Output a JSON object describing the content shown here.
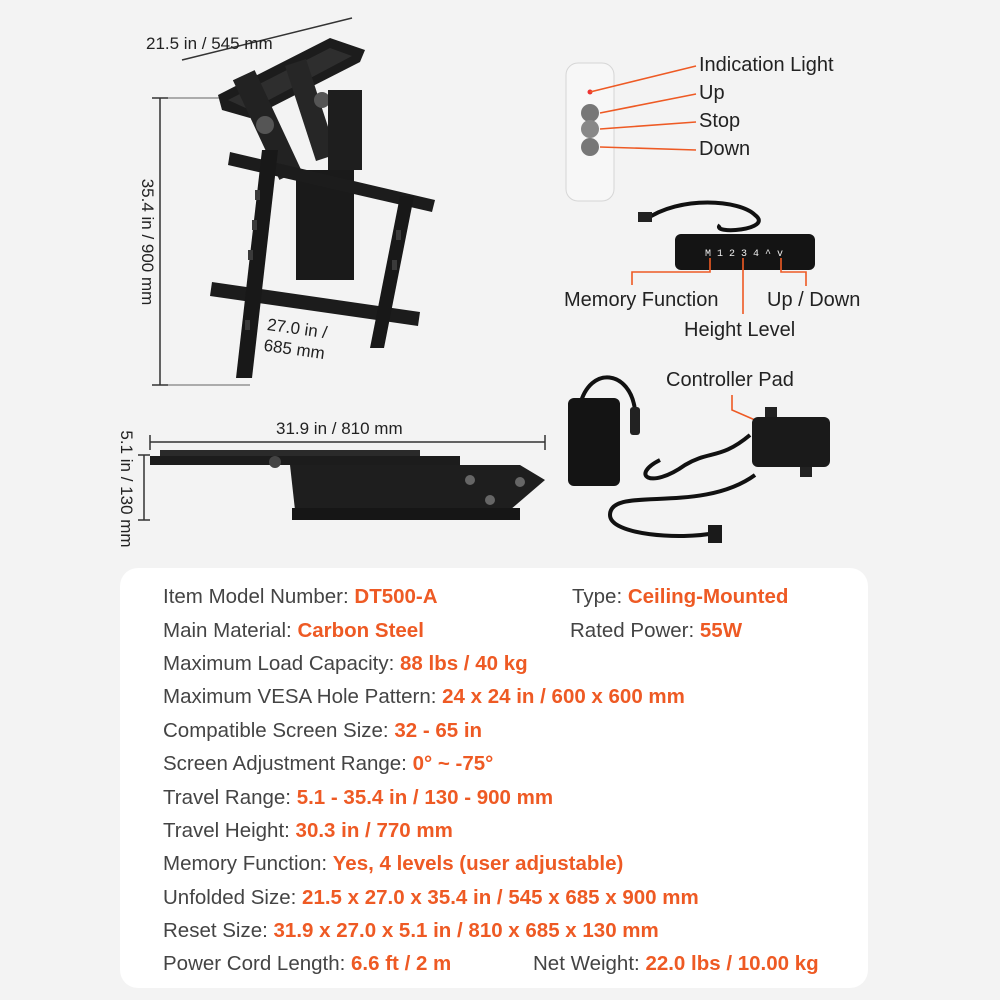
{
  "colors": {
    "accent": "#ee5a24",
    "background": "#f3f3f3",
    "card": "#ffffff",
    "product": "#1e1e1e"
  },
  "dimensions": {
    "unfolded_depth": "21.5 in / 545 mm",
    "unfolded_height": "35.4 in / 900 mm",
    "mount_width_line1": "27.0 in /",
    "mount_width_line2": "685 mm",
    "reset_length": "31.9 in / 810 mm",
    "reset_height": "5.1 in / 130 mm"
  },
  "remote_labels": {
    "indication_light": "Indication Light",
    "up": "Up",
    "stop": "Stop",
    "down": "Down"
  },
  "keypad": {
    "buttons": "M 1 2 3 4 ^ v",
    "memory_function": "Memory Function",
    "up_down": "Up / Down",
    "height_level": "Height Level"
  },
  "controller": {
    "label": "Controller Pad"
  },
  "specs": {
    "model": {
      "label": "Item Model Number:",
      "value": "DT500-A"
    },
    "type": {
      "label": "Type:",
      "value": "Ceiling-Mounted"
    },
    "material": {
      "label": "Main Material:",
      "value": "Carbon Steel"
    },
    "power": {
      "label": "Rated Power:",
      "value": "55W"
    },
    "load": {
      "label": "Maximum Load Capacity:",
      "value": "88 lbs / 40 kg"
    },
    "vesa": {
      "label": "Maximum VESA Hole Pattern:",
      "value": "24 x 24 in / 600 x 600 mm"
    },
    "screen": {
      "label": "Compatible Screen Size:",
      "value": "32 - 65 in"
    },
    "adjust": {
      "label": "Screen Adjustment Range:",
      "value": "0° ~ -75°"
    },
    "travel_range": {
      "label": "Travel Range:",
      "value": "5.1 - 35.4 in / 130 - 900 mm"
    },
    "travel_height": {
      "label": "Travel Height:",
      "value": "30.3 in / 770 mm"
    },
    "memory": {
      "label": "Memory Function:",
      "value": "Yes, 4 levels (user adjustable)"
    },
    "unfolded": {
      "label": "Unfolded Size:",
      "value": "21.5 x 27.0 x 35.4 in / 545 x 685 x 900 mm"
    },
    "reset": {
      "label": "Reset Size:",
      "value": "31.9 x 27.0 x 5.1 in / 810 x 685 x 130 mm"
    },
    "cord": {
      "label": "Power Cord Length:",
      "value": "6.6 ft / 2 m"
    },
    "weight": {
      "label": "Net Weight:",
      "value": "22.0 lbs / 10.00 kg"
    }
  }
}
